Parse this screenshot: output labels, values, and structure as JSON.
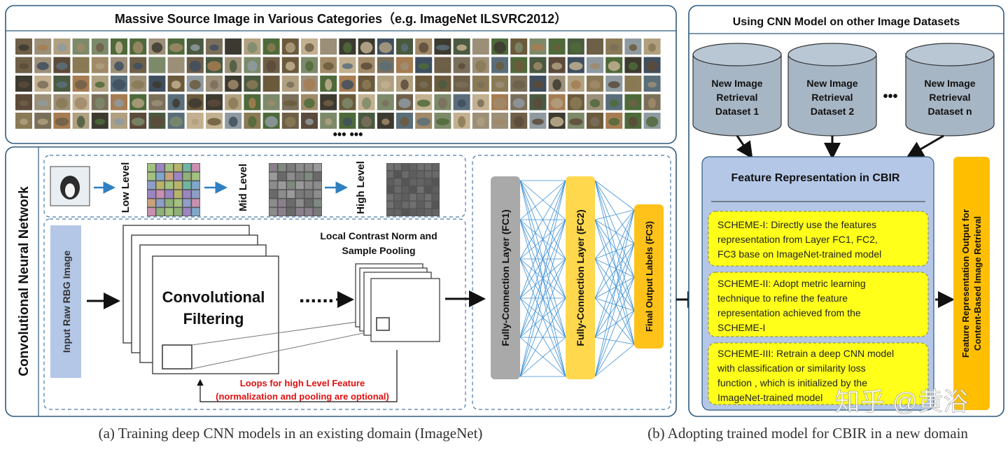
{
  "top_panel": {
    "title": "Massive Source Image in Various Categories（e.g. ImageNet ILSVRC2012）",
    "ellipsis": "•••  •••"
  },
  "cnn_panel": {
    "side_label": "Convolutional Neural Network",
    "levels": [
      "Low Level",
      "Mid Level",
      "High Level"
    ],
    "input_label": "Input Raw RBG Image",
    "conv_label_line1": "Convolutional",
    "conv_label_line2": "Filtering",
    "dots": "......",
    "lcn_line1": "Local Contrast Norm and",
    "lcn_line2": "Sample Pooling",
    "loops_line1": "Loops for high Level Feature",
    "loops_line2": "(normalization and pooling are optional)",
    "fc1": "Fully-Connection Layer (FC1)",
    "fc2": "Fully-Connection Layer (FC2)",
    "fc3": "Final Output Labels (FC3)"
  },
  "right_panel": {
    "title": "Using CNN Model on other Image Datasets",
    "datasets": [
      {
        "line1": "New Image",
        "line2": "Retrieval",
        "line3": "Dataset 1"
      },
      {
        "line1": "New Image",
        "line2": "Retrieval",
        "line3": "Dataset 2"
      },
      {
        "line1": "New Image",
        "line2": "Retrieval",
        "line3": "Dataset n"
      }
    ],
    "dataset_dots": "•••",
    "feature_title": "Feature Representation in CBIR",
    "scheme1": [
      "SCHEME-I: Directly use the features",
      "representation from  Layer FC1, FC2,",
      "FC3 base on ImageNet-trained model"
    ],
    "scheme2": [
      "SCHEME-II: Adopt metric learning",
      "technique to refine the  feature",
      "representation achieved from the",
      "SCHEME-I"
    ],
    "scheme3": [
      "SCHEME-III: Retrain a deep CNN model",
      "with classification or similarity loss",
      "function , which is initialized by the",
      "ImageNet-trained model"
    ],
    "output_line1": "Feature Representation Output  for",
    "output_line2": "Content-Based Image Retrieval"
  },
  "captions": {
    "left": "(a) Training deep CNN models in an existing domain (ImageNet)",
    "right": "(b) Adopting trained model for CBIR in a new domain"
  },
  "watermark": "知乎 @黄浴",
  "colors": {
    "panel_border": "#2e5a7e",
    "dashed": "#4a7aa8",
    "fc1": "#a9a9a9",
    "fc2": "#ffd84d",
    "fc3": "#ffc21a",
    "feature_bg": "#b4c7e7",
    "scheme_bg": "#ffff1a",
    "output_bg": "#ffbf00",
    "cylinder": "#a7b6c5",
    "loops_text": "#e01010",
    "mesh": "#3b8fd6"
  }
}
